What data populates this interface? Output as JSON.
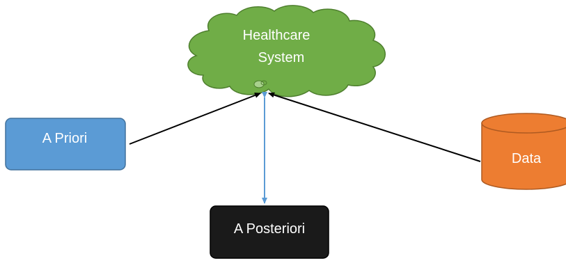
{
  "nodes": {
    "healthcare": {
      "label_line1": "Healthcare",
      "label_line2": "System",
      "fill": "#70AD47",
      "stroke": "#4E7F2E"
    },
    "a_priori": {
      "label": "A Priori",
      "fill": "#5B9BD5",
      "stroke": "#41719C"
    },
    "data": {
      "label": "Data",
      "fill": "#ED7D31",
      "stroke": "#AE5A21"
    },
    "a_posteriori": {
      "label": "A Posteriori",
      "fill": "#1A1A1A",
      "stroke": "#000000"
    }
  },
  "edges": {
    "a_priori_to_healthcare": {
      "from": "A Priori",
      "to": "Healthcare System",
      "color": "#000000"
    },
    "data_to_healthcare": {
      "from": "Data",
      "to": "Healthcare System",
      "color": "#000000"
    },
    "healthcare_to_a_posteriori": {
      "from": "Healthcare System",
      "to": "A Posteriori",
      "color": "#5B9BD5",
      "bidirectional": true
    }
  }
}
